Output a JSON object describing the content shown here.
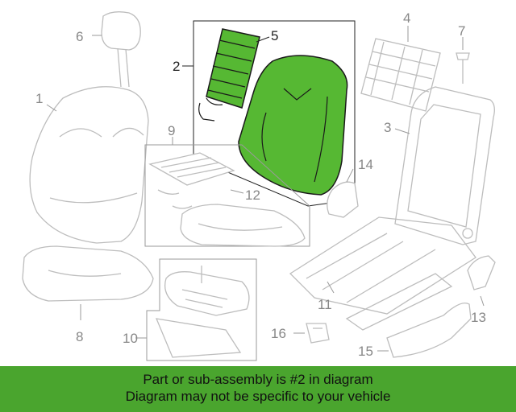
{
  "banner": {
    "line1": "Part or sub-assembly is #2 in diagram",
    "line2": "Diagram may not be specific to your vehicle"
  },
  "callouts": {
    "c1": "1",
    "c2": "2",
    "c3": "3",
    "c4": "4",
    "c5": "5",
    "c6": "6",
    "c7": "7",
    "c8": "8",
    "c9": "9",
    "c10": "10",
    "c11": "11",
    "c12": "12",
    "c13": "13",
    "c14": "14",
    "c15": "15",
    "c16": "16"
  },
  "colors": {
    "highlight": "#56b833",
    "banner": "#4aa52e",
    "outline": "#bdbdbd"
  }
}
